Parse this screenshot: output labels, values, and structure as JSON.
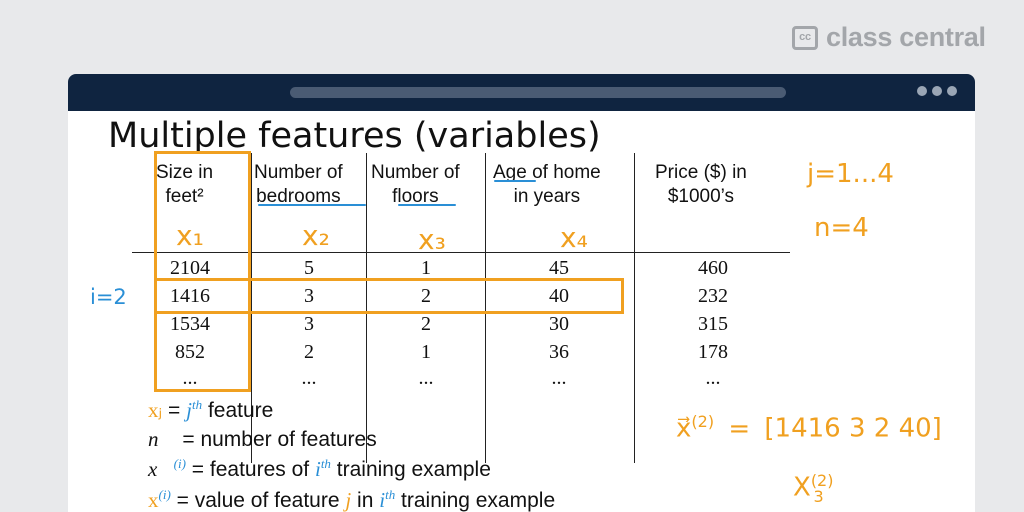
{
  "brand": {
    "icon": "cc",
    "name": "class central"
  },
  "slide": {
    "title": "Multiple features (variables)",
    "headers": [
      [
        "Size in",
        "feet²"
      ],
      [
        "Number of",
        "bedrooms"
      ],
      [
        "Number of",
        "floors"
      ],
      [
        "Age of home",
        "in years"
      ],
      [
        "Price ($) in",
        "$1000’s"
      ]
    ],
    "feature_labels": [
      "x₁",
      "x₂",
      "x₃",
      "x₄"
    ],
    "rows": [
      [
        "2104",
        "5",
        "1",
        "45",
        "460"
      ],
      [
        "1416",
        "3",
        "2",
        "40",
        "232"
      ],
      [
        "1534",
        "3",
        "2",
        "30",
        "315"
      ],
      [
        "852",
        "2",
        "1",
        "36",
        "178"
      ],
      [
        "...",
        "...",
        "...",
        "...",
        "..."
      ]
    ],
    "side_notes": {
      "j_range": "j=1...4",
      "n_value": "n=4",
      "i_value": "i=2"
    },
    "legend": [
      {
        "symbol": "xⱼ",
        "eq": "=",
        "sup": "th",
        "j": "j",
        "text": "feature"
      },
      {
        "symbol": "n",
        "eq": "=",
        "text": "number of features"
      },
      {
        "symbol": "x⃗",
        "sup": "(i)",
        "eq": "=",
        "text": "features of",
        "i": "i",
        "text2": "training example"
      },
      {
        "symbol": "x",
        "sup": "(i)",
        "eq": "=",
        "text": "value of feature",
        "j": "j",
        "text_in": "in",
        "i": "i",
        "text2": "training example"
      }
    ],
    "example_vector": {
      "lhs": "x⃗",
      "sup": "(2)",
      "eq": "=",
      "value": "[1416  3  2  40]"
    },
    "example_scalar": {
      "symbol": "X",
      "sup": "(2)",
      "sub": "3"
    }
  }
}
